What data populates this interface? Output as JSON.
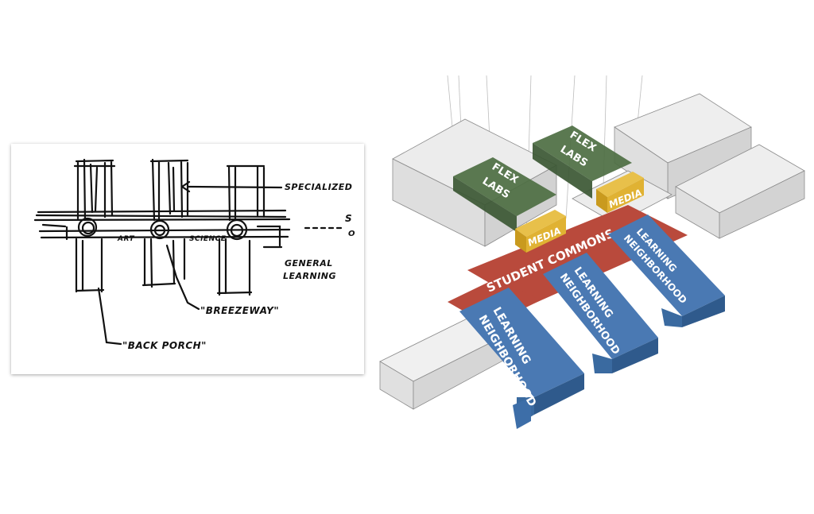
{
  "sketch": {
    "labels": {
      "specialized": "SPECIALIZED",
      "general_learning_1": "GENERAL",
      "general_learning_2": "LEARNING",
      "breezeway": "\"BREEZEWAY\"",
      "back_porch": "\"BACK PORCH\"",
      "art": "ART",
      "science": "SCIENCE",
      "cut_off": "S",
      "cut_off_2": "O"
    }
  },
  "diagram": {
    "student_commons": "STUDENT COMMONS",
    "flex_labs": [
      "FLEX",
      "LABS"
    ],
    "media": "MEDIA",
    "learning_neighborhood": [
      "LEARNING",
      "NEIGHBORHOOD"
    ],
    "colors": {
      "commons": "#b94a3c",
      "learning": "#3d6ea8",
      "flex": "#4d6e42",
      "media": "#e0b233",
      "mass": "#e6e6e6"
    }
  }
}
